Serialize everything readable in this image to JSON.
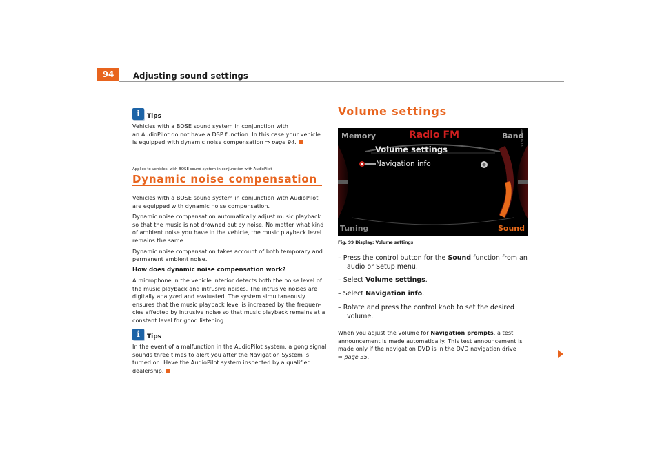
{
  "header": {
    "page_number": "94",
    "running_title": "Adjusting sound settings"
  },
  "left": {
    "tips1": {
      "label": "Tips",
      "line1": "Vehicles with a BOSE sound system in conjunction with",
      "line2": "an AudioPilot do not have a DSP function. In this case your vehicle",
      "line3_pre": "is equipped with dynamic noise compensation ",
      "line3_ref": "⇒ page 94.",
      "icon": "info-icon"
    },
    "applies": "Applies to vehicles: with BOSE sound system in conjunction with AudioPilot",
    "heading": "Dynamic noise compensation",
    "para1": [
      "Vehicles with a BOSE sound system in conjunction with AudioPilot",
      "are equipped with dynamic noise compensation."
    ],
    "para2": [
      "Dynamic noise compensation automatically adjust music playback",
      "so that the music is not drowned out by noise. No matter what kind",
      "of ambient noise you have in the vehicle, the music playback level",
      "remains the same."
    ],
    "para3": [
      "Dynamic noise compensation takes account of both temporary and",
      "permanent ambient noise."
    ],
    "subheading": "How does dynamic noise compensation work?",
    "para4": [
      "A microphone in the vehicle interior detects both the noise level of",
      "the music playback and intrusive noises. The intrusive noises are",
      "digitally analyzed and evaluated. The system simultaneously",
      "ensures that the music playback level is increased by the frequen-",
      "cies affected by intrusive noise so that music playback remains at a",
      "constant level for good listening."
    ],
    "tips2": {
      "label": "Tips",
      "lines": [
        "In the event of a malfunction in the AudioPilot system, a gong signal",
        "sounds three times to alert you after the Navigation System is",
        "turned on. Have the AudioPilot system inspected by a qualified"
      ],
      "last": "dealership."
    }
  },
  "right": {
    "heading": "Volume settings",
    "screen": {
      "memory": "Memory",
      "title": "Radio FM",
      "band": "Band",
      "menu_title": "Volume settings",
      "item": "Navigation info",
      "tuning": "Tuning",
      "sound": "Sound",
      "image_code": "AA4-0633"
    },
    "caption": "Fig. 99  Display: Volume settings",
    "steps": {
      "s1_pre": "– Press the control button for the ",
      "s1_bold": "Sound",
      "s1_post": " function from an",
      "s1_cont": "audio or Setup menu.",
      "s2_pre": "– Select ",
      "s2_bold": "Volume settings",
      "s2_post": ".",
      "s3_pre": "– Select ",
      "s3_bold": "Navigation info",
      "s3_post": ".",
      "s4": "– Rotate and press the control knob to set the desired",
      "s4_cont": "volume."
    },
    "note": {
      "l1_pre": "When you adjust the volume for ",
      "l1_bold": "Navigation prompts",
      "l1_post": ", a test",
      "l2": "announcement is made automatically. This test announcement is",
      "l3": "made only if the navigation DVD is in the DVD navigation drive",
      "l4_ref": "⇒ page 35."
    }
  },
  "colors": {
    "accent": "#e8641e",
    "tips_blue": "#1d64a7"
  }
}
